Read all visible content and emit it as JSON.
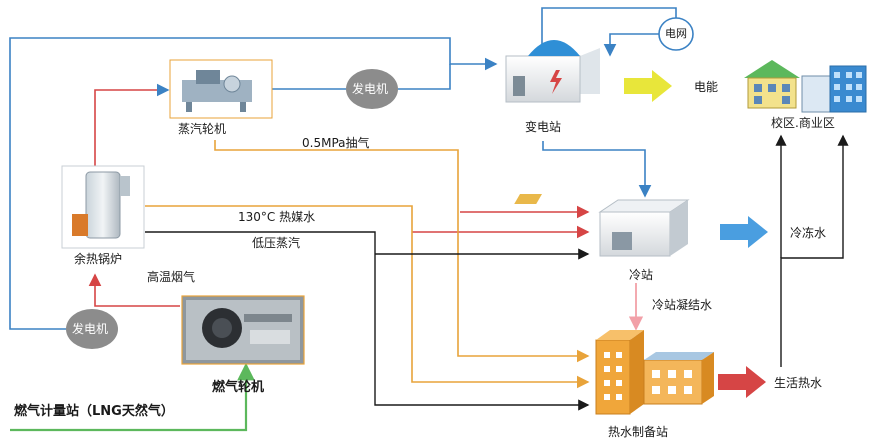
{
  "diagram": {
    "nodes": {
      "steam_turbine": "蒸汽轮机",
      "generator_top": "发电机",
      "substation": "变电站",
      "grid": "电网",
      "campus": "校区.商业区",
      "waste_heat_boiler": "余热锅炉",
      "cold_station": "冷站",
      "hot_water_station": "热水制备站",
      "gas_turbine": "燃气轮机",
      "generator_bottom": "发电机",
      "gas_metering": "燃气计量站（LNG天然气）"
    },
    "edge_labels": {
      "extraction_steam": "0.5MPa抽气",
      "hot_water_130": "130°C 热媒水",
      "low_pressure_steam": "低压蒸汽",
      "flue_gas": "高温烟气",
      "electricity": "电能",
      "chilled_water": "冷冻水",
      "cold_condensate": "冷站凝结水",
      "domestic_hot_water": "生活热水"
    },
    "colors": {
      "electric_line": "#3b82c4",
      "steam_line": "#d64545",
      "hot_water_line": "#e8a33a",
      "low_steam_line": "#1a1a1a",
      "gas_line": "#5cb85c",
      "pink_arrow": "#f2a0a8",
      "generator_fill": "#8c8c8c"
    }
  }
}
